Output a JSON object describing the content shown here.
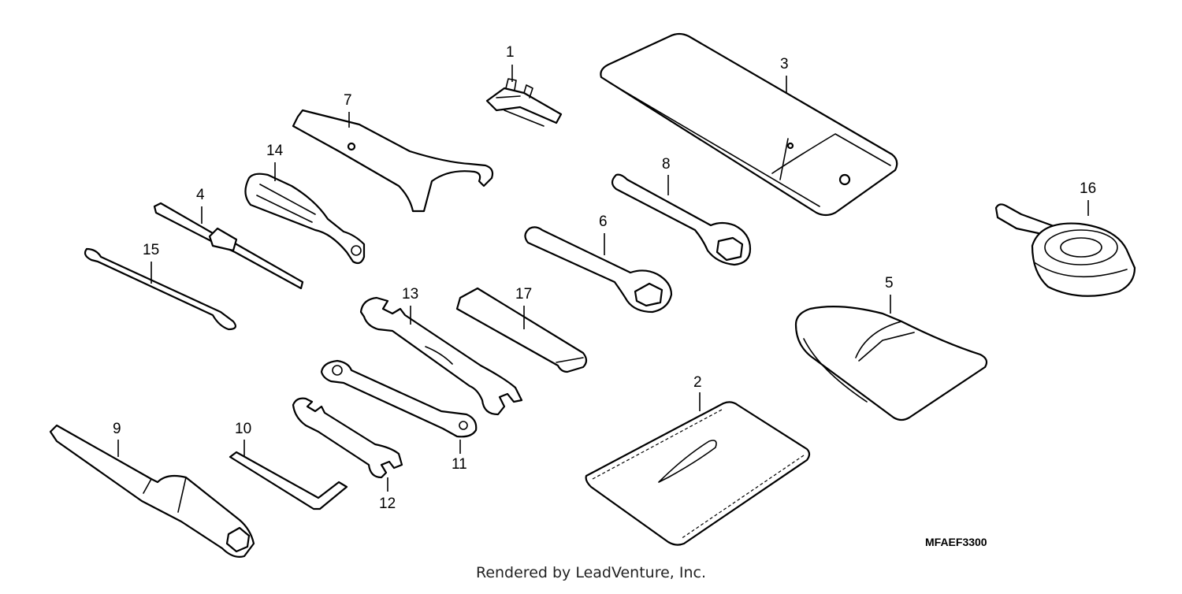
{
  "diagram": {
    "drawing_code": "MFAEF3300",
    "footer": "Rendered by LeadVenture, Inc.",
    "callouts": [
      {
        "id": "1",
        "part": "fuse-clip"
      },
      {
        "id": "2",
        "part": "manual-pouch"
      },
      {
        "id": "3",
        "part": "tool-bag"
      },
      {
        "id": "4",
        "part": "screwdriver-bit"
      },
      {
        "id": "5",
        "part": "tool-bag-honda"
      },
      {
        "id": "6",
        "part": "box-wrench-22"
      },
      {
        "id": "7",
        "part": "pin-spanner"
      },
      {
        "id": "8",
        "part": "box-wrench-27"
      },
      {
        "id": "9",
        "part": "spark-plug-wrench"
      },
      {
        "id": "10",
        "part": "hex-wrench"
      },
      {
        "id": "11",
        "part": "combination-wrench-10-12"
      },
      {
        "id": "12",
        "part": "open-end-wrench-8-10"
      },
      {
        "id": "13",
        "part": "open-end-wrench-14-17"
      },
      {
        "id": "14",
        "part": "screwdriver-handle"
      },
      {
        "id": "15",
        "part": "extension-bar"
      },
      {
        "id": "16",
        "part": "oil-filter-wrench"
      },
      {
        "id": "17",
        "part": "hand-grip"
      }
    ]
  }
}
